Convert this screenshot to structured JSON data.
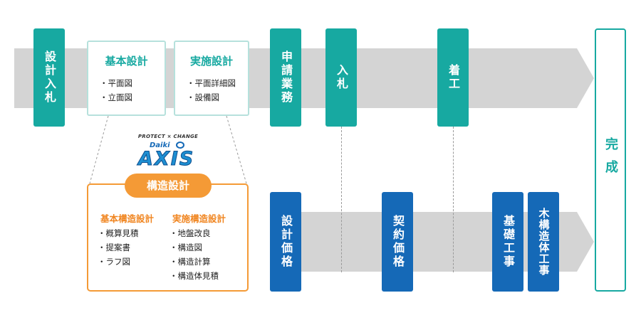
{
  "top_flow": {
    "design_bid": "設計入札",
    "basic_design": {
      "title": "基本設計",
      "items": [
        "平面図",
        "立面図"
      ]
    },
    "detail_design": {
      "title": "実施設計",
      "items": [
        "平面詳細図",
        "設備図"
      ]
    },
    "application": "申請業務",
    "bid": "入札",
    "construction_start": "着工"
  },
  "completion": "完成",
  "logo": {
    "tagline": "PROTECT × CHANGE",
    "brand": "Daiki",
    "product": "AXIS"
  },
  "structural_design": {
    "title": "構造設計",
    "basic": {
      "title": "基本構造設計",
      "items": [
        "概算見積",
        "提案書",
        "ラフ図"
      ]
    },
    "detail": {
      "title": "実施構造設計",
      "items": [
        "地盤改良",
        "構造図",
        "構造計算",
        "構造体見積"
      ]
    }
  },
  "bottom_flow": {
    "design_price": "設計価格",
    "contract_price": "契約価格",
    "foundation_work": "基礎工事",
    "wood_structure_work": "木構造体工事"
  },
  "colors": {
    "teal": "#17a9a1",
    "blue": "#1569b7",
    "orange": "#f49a36",
    "gray_band": "#d4d4d4"
  }
}
